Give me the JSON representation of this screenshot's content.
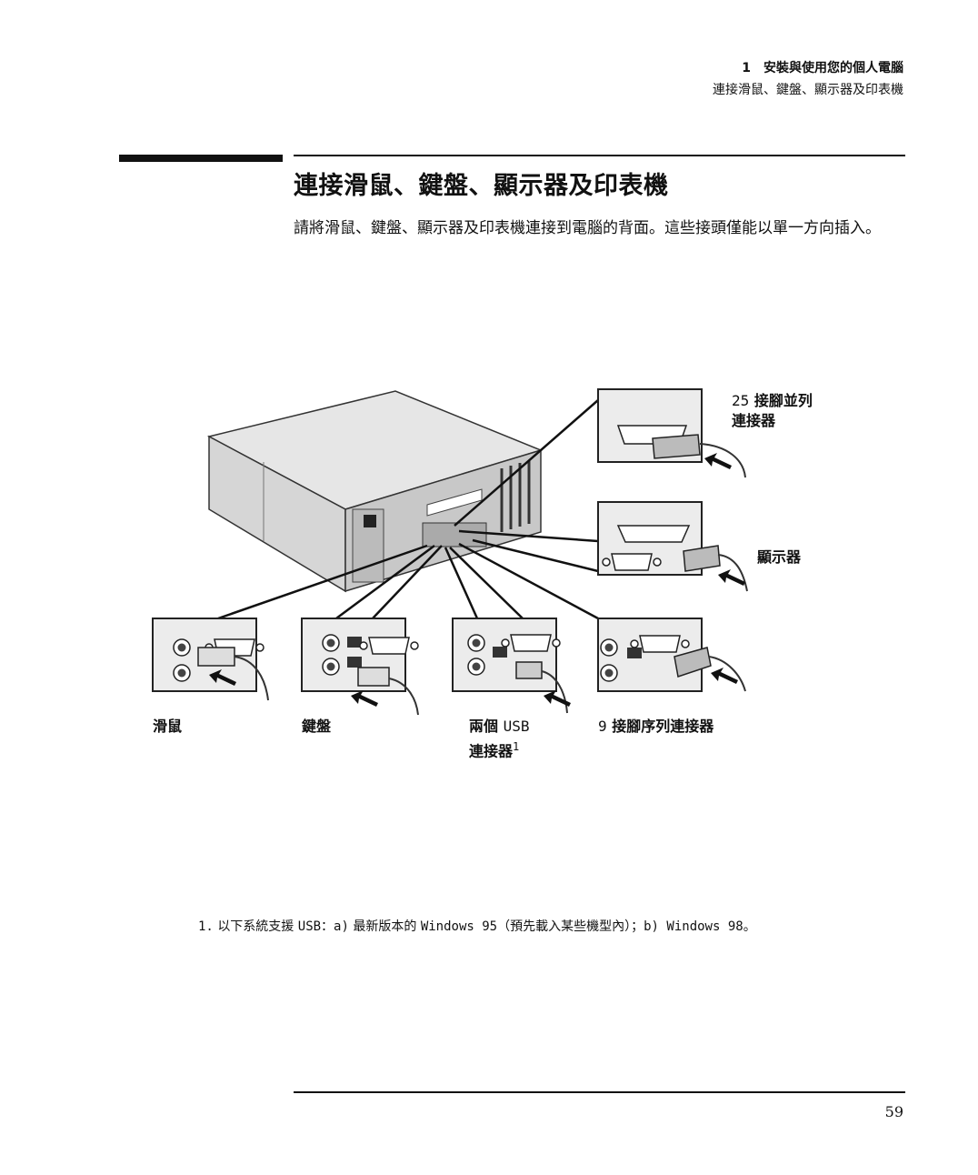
{
  "header": {
    "chapter": "1　安裝與使用您的個人電腦",
    "section": "連接滑鼠、鍵盤、顯示器及印表機"
  },
  "title": "連接滑鼠、鍵盤、顯示器及印表機",
  "intro": "請將滑鼠、鍵盤、顯示器及印表機連接到電腦的背面。這些接頭僅能以單一方向插入。",
  "labels": {
    "parallel_num": "25",
    "parallel_line1": "接腳並列",
    "parallel_line2": "連接器",
    "monitor": "顯示器",
    "mouse": "滑鼠",
    "keyboard": "鍵盤",
    "usb_line1": "兩個",
    "usb_code": "USB",
    "usb_line2": "連接器",
    "usb_note_ref": "1",
    "serial_num": "9",
    "serial_text": "接腳序列連接器"
  },
  "footnote": {
    "num": "1.",
    "part1": "以下系統支援",
    "usb": "USB：a)",
    "part2": "最新版本的",
    "win95": "Windows 95（",
    "part3": "預先載入某些機型內",
    "tail": "）；b) Windows 98。"
  },
  "page_number": "59"
}
